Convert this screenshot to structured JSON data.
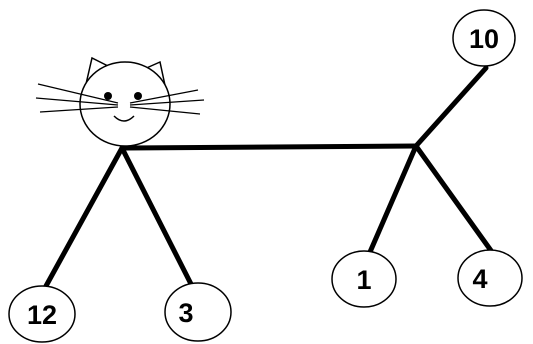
{
  "diagram": {
    "colors": {
      "stroke": "#000000",
      "background": "#ffffff"
    },
    "figure": {
      "icon": "cat-face-icon"
    },
    "nodes": [
      {
        "id": "n10",
        "label": "10"
      },
      {
        "id": "n12",
        "label": "12"
      },
      {
        "id": "n3",
        "label": "3"
      },
      {
        "id": "n1",
        "label": "1"
      },
      {
        "id": "n4",
        "label": "4"
      }
    ]
  }
}
